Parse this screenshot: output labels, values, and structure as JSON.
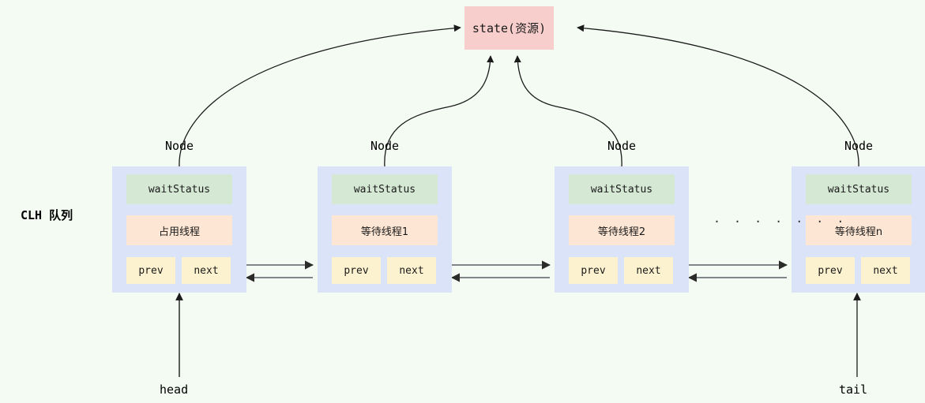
{
  "diagram": {
    "title_label": "CLH 队列",
    "state": {
      "label": "state(资源)",
      "color": "#f8cecc"
    },
    "colors": {
      "background": "#f3fbf3",
      "node_bg": "#dae3f8",
      "wait_status_bg": "#d5e8d4",
      "thread_bg": "#fde6d4",
      "pointer_bg": "#fdf2cf",
      "stroke": "#333333"
    },
    "node_caption": "Node",
    "ellipsis": ". . . . . . .",
    "nodes": [
      {
        "caption": "Node",
        "wait_status": "waitStatus",
        "thread": "占用线程",
        "prev": "prev",
        "next": "next"
      },
      {
        "caption": "Node",
        "wait_status": "waitStatus",
        "thread": "等待线程1",
        "prev": "prev",
        "next": "next"
      },
      {
        "caption": "Node",
        "wait_status": "waitStatus",
        "thread": "等待线程2",
        "prev": "prev",
        "next": "next"
      },
      {
        "caption": "Node",
        "wait_status": "waitStatus",
        "thread": "等待线程n",
        "prev": "prev",
        "next": "next"
      }
    ],
    "pointers": {
      "head": "head",
      "tail": "tail"
    }
  }
}
